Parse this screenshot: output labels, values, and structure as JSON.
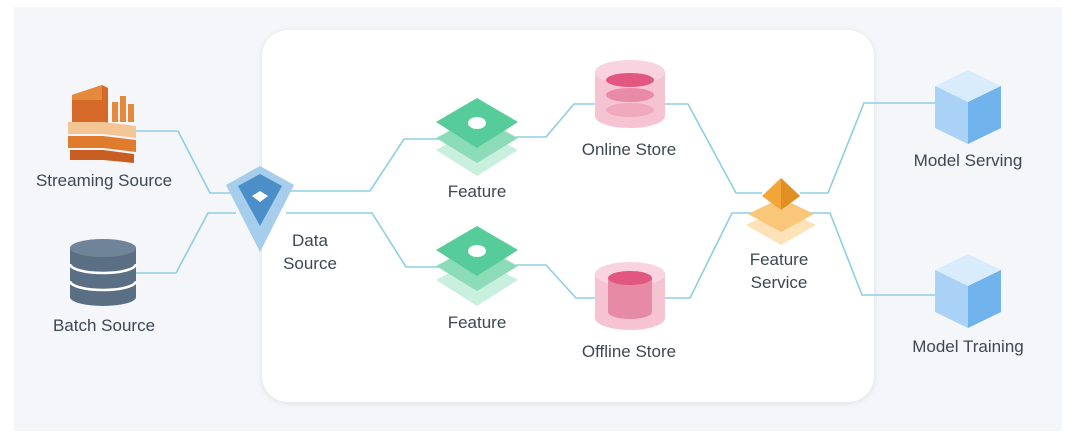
{
  "nodes": {
    "streaming_source": "Streaming Source",
    "batch_source": "Batch Source",
    "data_source_line1": "Data",
    "data_source_line2": "Source",
    "feature_top": "Feature",
    "feature_bottom": "Feature",
    "online_store": "Online Store",
    "offline_store": "Offline Store",
    "feature_service_line1": "Feature",
    "feature_service_line2": "Service",
    "model_serving": "Model Serving",
    "model_training": "Model Training"
  },
  "colors": {
    "connector": "#8ecde6",
    "streaming_orange": "#e07b2e",
    "batch_slate": "#5a6e84",
    "data_source_blue": "#4b8ec8",
    "feature_green": "#55cc9a",
    "store_pink": "#e2577f",
    "service_gold": "#f2a63a",
    "model_blue": "#7ab9ee"
  },
  "icons": {
    "streaming_source": "aws-kinesis-icon",
    "batch_source": "database-icon",
    "data_source": "diamond-layer-icon",
    "feature": "stacked-layers-icon",
    "store": "cylinder-database-icon",
    "feature_service": "pyramid-icon",
    "model": "cube-icon"
  }
}
